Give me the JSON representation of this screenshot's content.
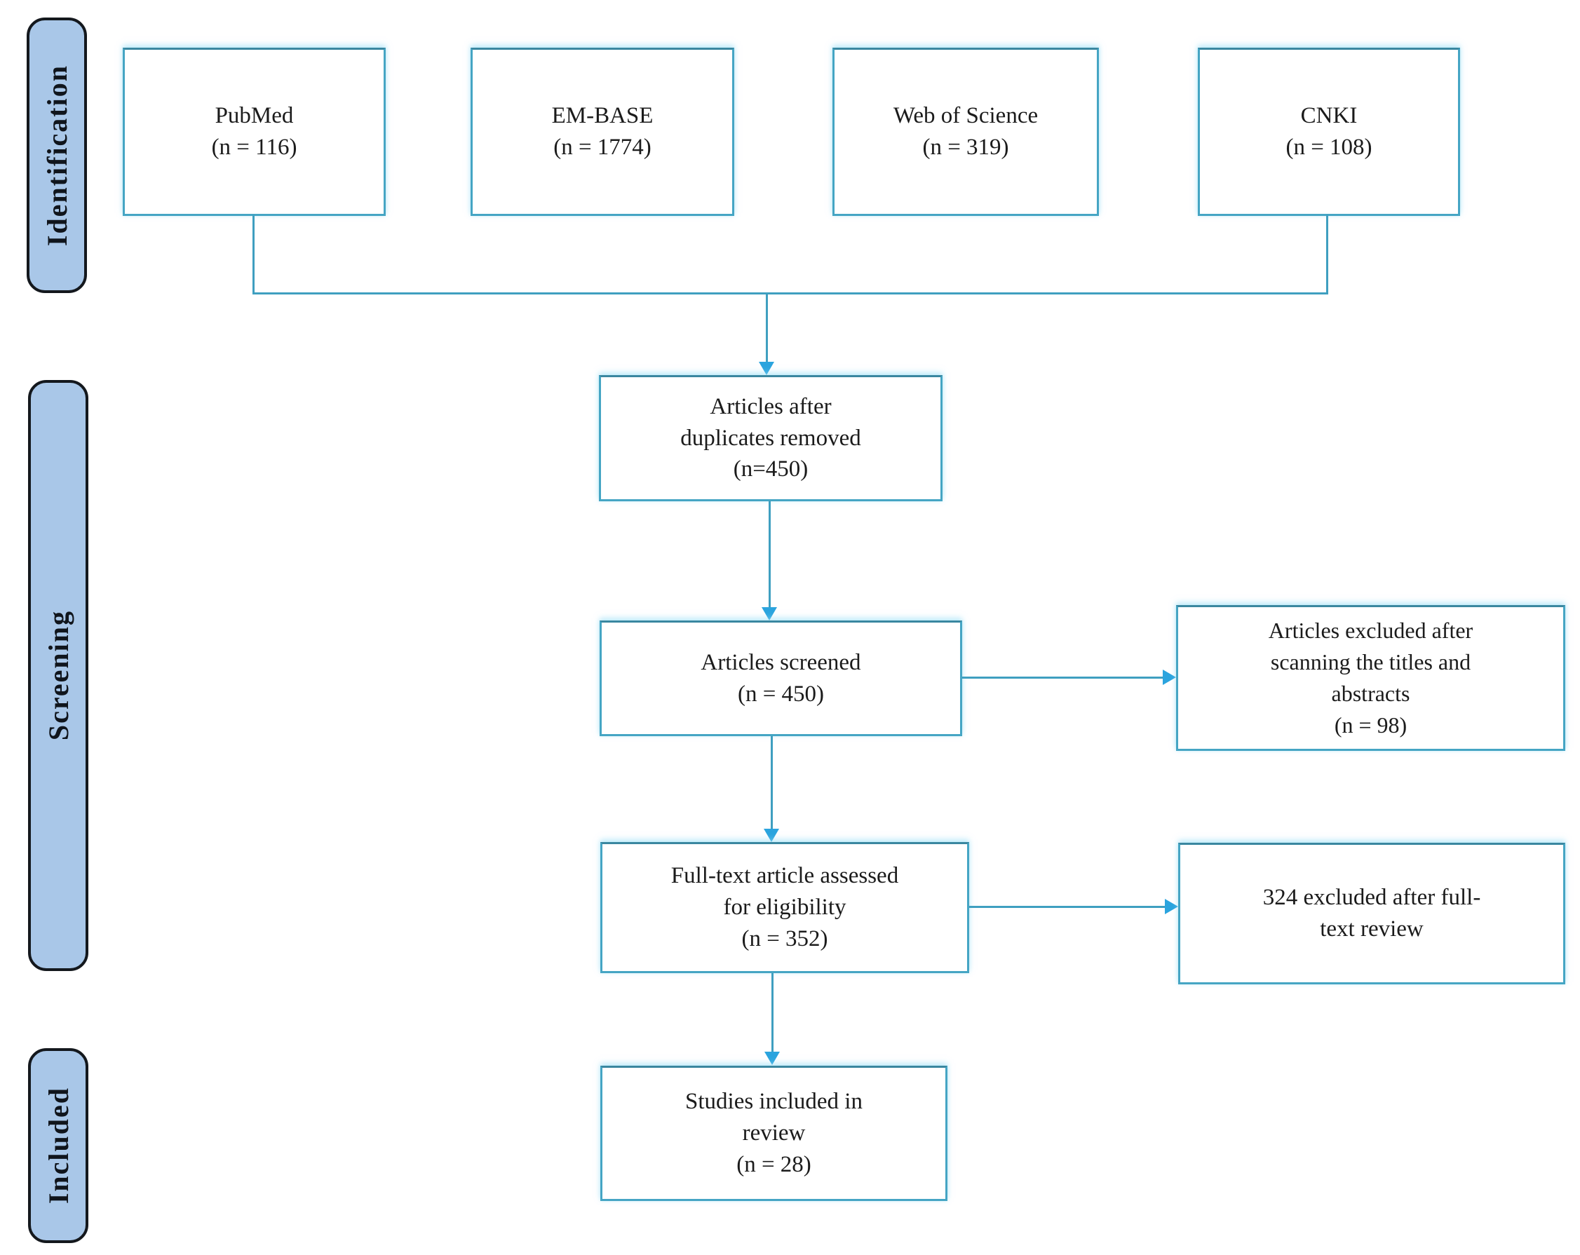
{
  "colors": {
    "box_border": "#45A5C4",
    "connector": "#3F9FC0",
    "arrow": "#2BA4DE",
    "stage_fill": "#A9C7E8",
    "stage_border": "#14181D",
    "text": "#1B1B1B"
  },
  "stages": [
    {
      "label": "Identification"
    },
    {
      "label": "Screening"
    },
    {
      "label": "Included"
    }
  ],
  "source_boxes": [
    {
      "name": "PubMed",
      "count": "(n = 116)"
    },
    {
      "name": "EM-BASE",
      "count": "(n = 1774)"
    },
    {
      "name": "Web of Science",
      "count": "(n = 319)"
    },
    {
      "name": "CNKI",
      "count": "(n = 108)"
    }
  ],
  "flow_boxes": [
    {
      "lines": [
        "Articles after",
        "duplicates removed",
        "(n=450)"
      ]
    },
    {
      "lines": [
        "Articles screened",
        "(n = 450)"
      ]
    },
    {
      "lines": [
        "Full-text article assessed",
        "for eligibility",
        "(n = 352)"
      ]
    },
    {
      "lines": [
        "Studies included in",
        "review",
        "(n = 28)"
      ]
    }
  ],
  "exclusion_boxes": [
    {
      "lines": [
        "Articles excluded after",
        "scanning the titles and",
        "abstracts",
        "(n = 98)"
      ]
    },
    {
      "lines": [
        "324 excluded after full-",
        "text review"
      ]
    }
  ]
}
